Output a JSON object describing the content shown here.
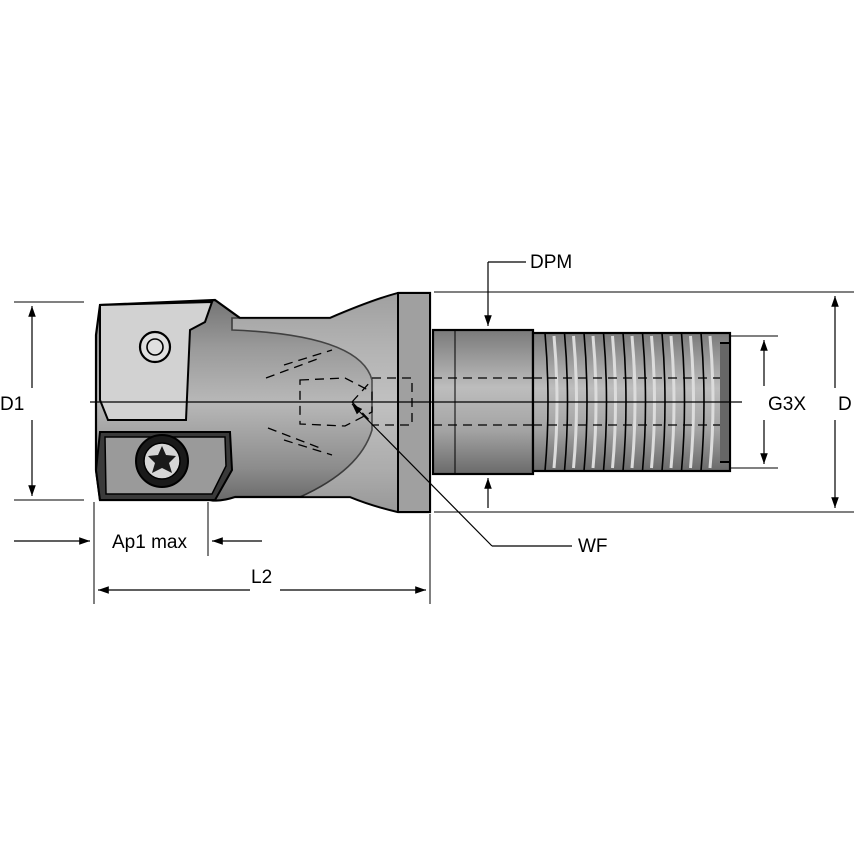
{
  "labels": {
    "dpm": "DPM",
    "d1": "D1",
    "g3x": "G3X",
    "d": "D",
    "wf": "WF",
    "ap1_max": "Ap1 max",
    "l2": "L2"
  }
}
